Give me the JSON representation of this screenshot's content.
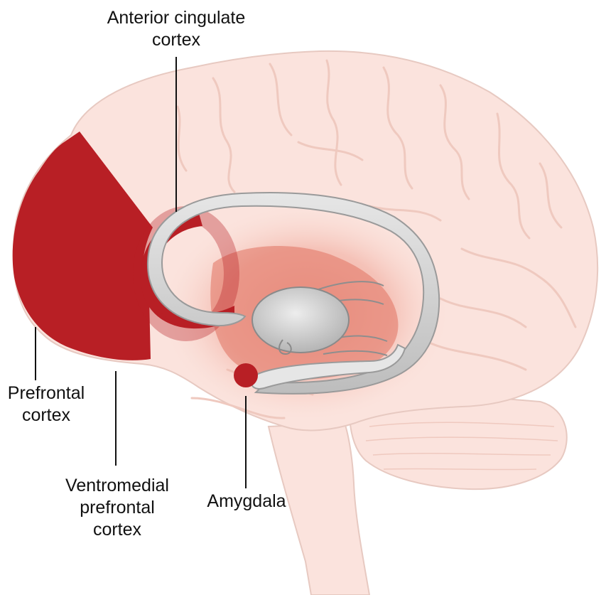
{
  "diagram": {
    "labels": {
      "anterior_cingulate": "Anterior cingulate\ncortex",
      "prefrontal": "Prefrontal\ncortex",
      "ventromedial": "Ventromedial\nprefrontal\ncortex",
      "amygdala": "Amygdala"
    },
    "colors": {
      "brain_fill": "#fbe3dd",
      "brain_outline": "#e7c9c1",
      "gyri_lines": "#f0cfc7",
      "highlight_red": "#b81f25",
      "inner_glow": "#e88a78",
      "corpus_callosum": "#cfcfcf",
      "corpus_callosum_outline": "#9a9a9a",
      "leader_line": "#111111"
    }
  }
}
